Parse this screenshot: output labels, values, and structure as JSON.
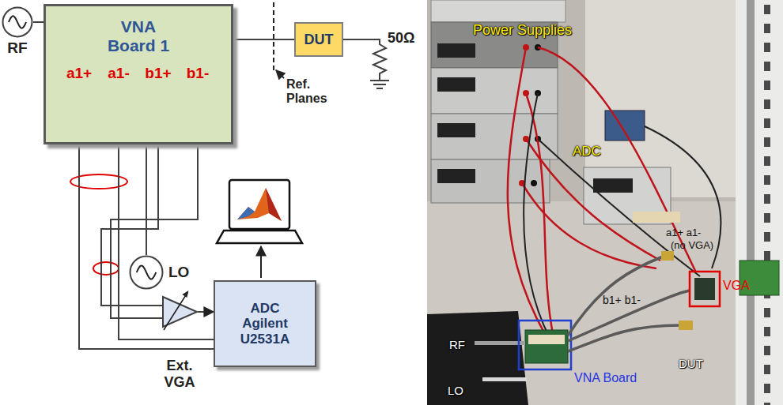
{
  "diagram": {
    "nodes": [
      {
        "text": [
          "RF"
        ]
      },
      {
        "text": [
          "VNA Board 1"
        ]
      },
      {
        "text": [
          "DUT"
        ]
      },
      {
        "text": [
          "LO"
        ]
      },
      {
        "text": [
          "Ext. VGA"
        ]
      },
      {
        "text": [
          "ADC Agilent U2531A"
        ]
      }
    ],
    "edges": [
      {
        "from": 0,
        "to": 1,
        "arrow": "none"
      },
      {
        "from": 1,
        "to": 2,
        "arrow": "none"
      },
      {
        "from": 3,
        "to": 1,
        "arrow": "none"
      },
      {
        "from": 1,
        "to": 5,
        "arrow": "none"
      },
      {
        "from": 1,
        "to": 4,
        "arrow": "none"
      },
      {
        "from": 4,
        "to": 5,
        "arrow": "to"
      }
    ],
    "labels": [
      "a1+",
      "a1-",
      "b1+",
      "b1-",
      "Ref. Planes",
      "50Ω",
      "Power Supplies",
      "ADC",
      "a1+ a1-",
      "(no VGA)",
      "b1+ b1-",
      "VGA",
      "DUT",
      "RF",
      "LO",
      "VNA Board"
    ]
  }
}
